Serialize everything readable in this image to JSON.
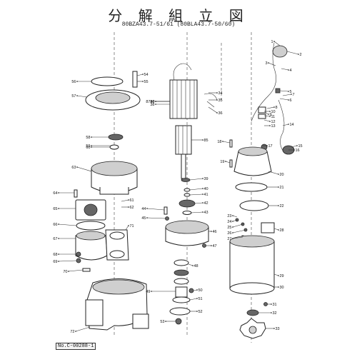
{
  "title": "分 解 組 立 図",
  "subtitle": "80BZA43.7-51/61 (80BLA43.7-50/60)",
  "footer": "No.C-00288-1",
  "parts": [
    {
      "label": "1"
    },
    {
      "label": "2"
    },
    {
      "label": "3"
    },
    {
      "label": "4"
    },
    {
      "label": "5"
    },
    {
      "label": "6"
    },
    {
      "label": "7"
    },
    {
      "label": "8"
    },
    {
      "label": "9"
    },
    {
      "label": "10"
    },
    {
      "label": "11"
    },
    {
      "label": "12"
    },
    {
      "label": "13"
    },
    {
      "label": "14"
    },
    {
      "label": "15"
    },
    {
      "label": "16"
    },
    {
      "label": "17"
    },
    {
      "label": "18"
    },
    {
      "label": "19"
    },
    {
      "label": "20"
    },
    {
      "label": "21"
    },
    {
      "label": "22"
    },
    {
      "label": "23"
    },
    {
      "label": "24"
    },
    {
      "label": "25"
    },
    {
      "label": "26"
    },
    {
      "label": "27"
    },
    {
      "label": "28"
    },
    {
      "label": "29"
    },
    {
      "label": "30"
    },
    {
      "label": "31"
    },
    {
      "label": "32"
    },
    {
      "label": "33"
    },
    {
      "label": "34"
    },
    {
      "label": "35"
    },
    {
      "label": "36"
    },
    {
      "label": "37"
    },
    {
      "label": "38"
    },
    {
      "label": "39"
    },
    {
      "label": "40"
    },
    {
      "label": "41"
    },
    {
      "label": "42"
    },
    {
      "label": "43"
    },
    {
      "label": "44"
    },
    {
      "label": "45"
    },
    {
      "label": "46"
    },
    {
      "label": "47"
    },
    {
      "label": "48"
    },
    {
      "label": "49"
    },
    {
      "label": "50"
    },
    {
      "label": "51"
    },
    {
      "label": "52"
    },
    {
      "label": "53"
    },
    {
      "label": "54"
    },
    {
      "label": "55"
    },
    {
      "label": "56"
    },
    {
      "label": "57"
    },
    {
      "label": "58"
    },
    {
      "label": "59"
    },
    {
      "label": "60"
    },
    {
      "label": "61"
    },
    {
      "label": "62"
    },
    {
      "label": "63"
    },
    {
      "label": "64"
    },
    {
      "label": "65"
    },
    {
      "label": "66"
    },
    {
      "label": "67"
    },
    {
      "label": "68"
    },
    {
      "label": "69"
    },
    {
      "label": "70"
    },
    {
      "label": "71"
    },
    {
      "label": "72"
    },
    {
      "label": "85"
    },
    {
      "label": "86"
    },
    {
      "label": "87"
    }
  ]
}
